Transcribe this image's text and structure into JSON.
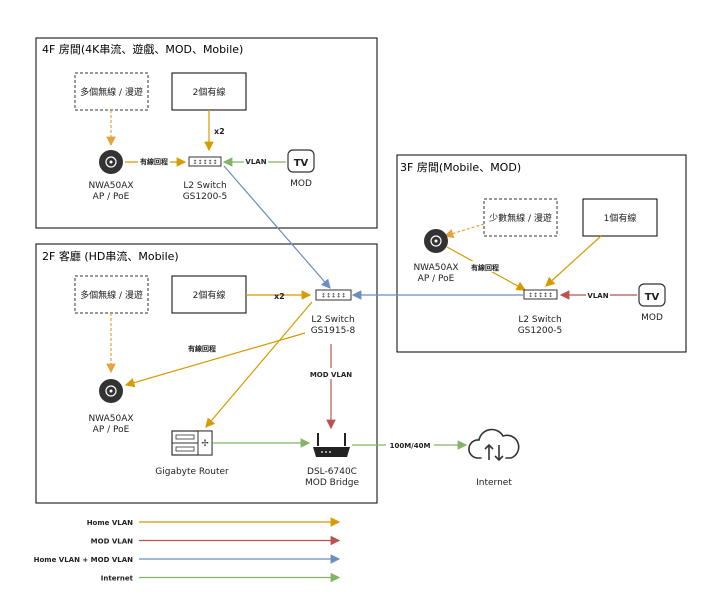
{
  "rooms": {
    "f4": {
      "title": "4F 房間(4K串流、遊戲、MOD、Mobile)"
    },
    "f3": {
      "title": "3F 房間(Mobile、MOD)"
    },
    "f2": {
      "title": "2F 客廳 (HD串流、Mobile)"
    }
  },
  "boxes": {
    "f4_wireless": "多個無線 / 漫遊",
    "f4_wired": "2個有線",
    "f3_wireless": "少數無線 / 漫遊",
    "f3_wired": "1個有線",
    "f2_wireless": "多個無線 / 漫遊",
    "f2_wired": "2個有線"
  },
  "devices": {
    "f4_ap": [
      "NWA50AX",
      "AP / PoE"
    ],
    "f4_switch": [
      "L2 Switch",
      "GS1200-5"
    ],
    "f4_mod": "MOD",
    "f3_ap": [
      "NWA50AX",
      "AP / PoE"
    ],
    "f3_switch": [
      "L2 Switch",
      "GS1200-5"
    ],
    "f3_mod": "MOD",
    "f2_ap": [
      "NWA50AX",
      "AP / PoE"
    ],
    "f2_switch": [
      "L2 Switch",
      "GS1915-8"
    ],
    "router": "Gigabyte Router",
    "bridge": [
      "DSL-6740C",
      "MOD Bridge"
    ],
    "internet": "Internet",
    "tv_text": "TV"
  },
  "edge_labels": {
    "f4_x2": "x2",
    "f4_wired_backhaul": "有線回程",
    "f4_vlan": "VLAN",
    "f3_wired_backhaul": "有線回程",
    "f3_vlan": "VLAN",
    "f2_x2": "x2",
    "f2_wired_backhaul": "有線回程",
    "mod_vlan": "MOD VLAN",
    "wan_speed": "100M/40M"
  },
  "legend": [
    {
      "label": "Home VLAN",
      "color": "#d79b00"
    },
    {
      "label": "MOD VLAN",
      "color": "#b85450"
    },
    {
      "label": "Home VLAN + MOD VLAN",
      "color": "#6c8ebf"
    },
    {
      "label": "Internet",
      "color": "#82b366"
    }
  ],
  "colors": {
    "home": "#d79b00",
    "mod": "#b85450",
    "both": "#6c8ebf",
    "internet": "#82b366",
    "dashed_home": "#e6a23c"
  }
}
